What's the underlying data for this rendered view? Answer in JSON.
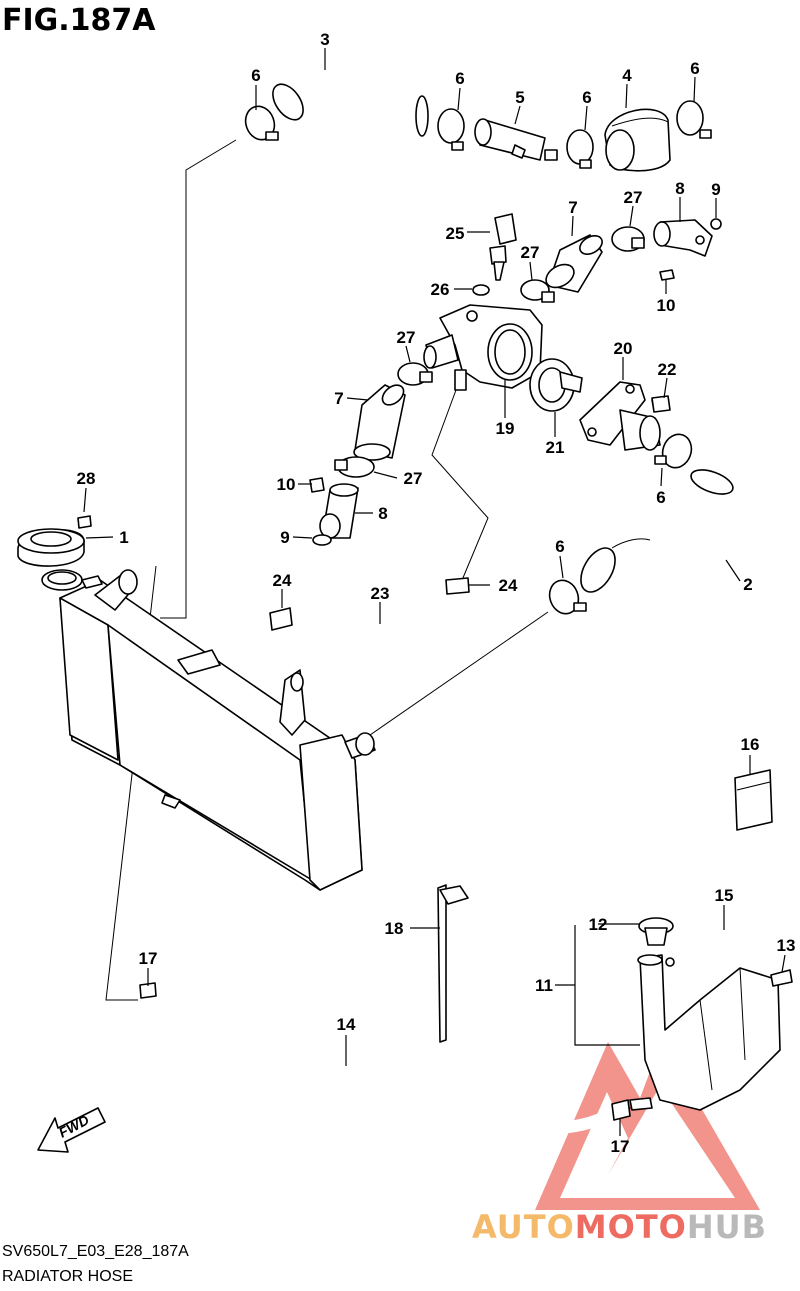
{
  "figure_title": "FIG.187A",
  "diagram_code": "SV650L7_E03_E28_187A",
  "section_name": "RADIATOR HOSE",
  "fwd_label": "FWD",
  "watermark": {
    "part1": "AUTO",
    "part2": "MOTO",
    "part3": "HUB",
    "colors": {
      "auto": "#f5b96a",
      "moto": "#ee6b61",
      "hub": "#b9b9b9"
    }
  },
  "callouts": {
    "c1": "1",
    "c2": "2",
    "c3": "3",
    "c4": "4",
    "c5": "5",
    "c6a": "6",
    "c6b": "6",
    "c6c": "6",
    "c6d": "6",
    "c6e": "6",
    "c6f": "6",
    "c7a": "7",
    "c7b": "7",
    "c8a": "8",
    "c8b": "8",
    "c9a": "9",
    "c9b": "9",
    "c10a": "10",
    "c10b": "10",
    "c11": "11",
    "c12": "12",
    "c13": "13",
    "c14": "14",
    "c15": "15",
    "c16": "16",
    "c17a": "17",
    "c17b": "17",
    "c18": "18",
    "c19": "19",
    "c20": "20",
    "c21": "21",
    "c22": "22",
    "c23": "23",
    "c24a": "24",
    "c24b": "24",
    "c25": "25",
    "c26": "26",
    "c27a": "27",
    "c27b": "27",
    "c27c": "27",
    "c27d": "27",
    "c28": "28"
  }
}
